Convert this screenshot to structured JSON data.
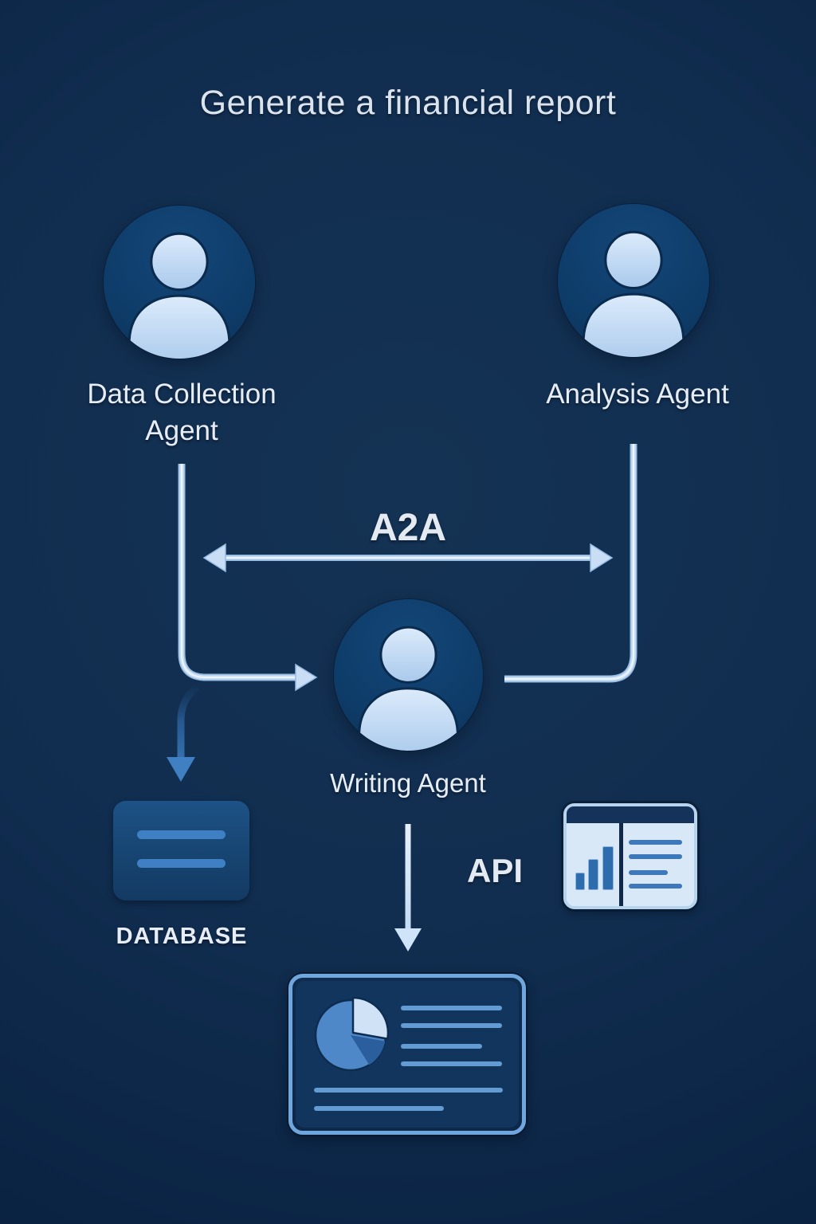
{
  "title": "Generate a financial report",
  "nodes": {
    "data_collection_agent": {
      "label": "Data Collection Agent"
    },
    "analysis_agent": {
      "label": "Analysis Agent"
    },
    "writing_agent": {
      "label": "Writing Agent"
    },
    "database": {
      "label": "DATABASE"
    },
    "api": {
      "label": "API"
    }
  },
  "connections": {
    "a2a": {
      "label": "A2A",
      "type": "bidirectional-arrow",
      "between": [
        "data_collection_agent",
        "analysis_agent"
      ]
    },
    "data_collection_to_writing": {
      "type": "arrow"
    },
    "analysis_to_writing": {
      "type": "line"
    },
    "data_collection_to_database": {
      "type": "arrow"
    },
    "writing_to_report": {
      "type": "arrow"
    }
  },
  "icons": {
    "agents": "person-icon",
    "database": "database-card-icon",
    "api": "dashboard-icon",
    "report": "report-card-with-pie-chart-icon"
  },
  "colors": {
    "background_center": "#143253",
    "background_edge": "#081a32",
    "avatar_circle": "#0e3c69",
    "person_silhouette": "#cfe3f7",
    "connector_light": "#c9def4",
    "connector_medium": "#3f7fc2",
    "database_box": "#174471",
    "database_bars": "#3f80c5",
    "api_header": "#15325a",
    "api_body": "#d9e8f6",
    "report_card_border": "#6fa6de",
    "report_card_fill": "#11355c",
    "pie_main": "#4e88c8",
    "pie_light": "#cfe2f6",
    "pie_dark": "#2a5e9c",
    "text_primary": "#e7edf5"
  }
}
